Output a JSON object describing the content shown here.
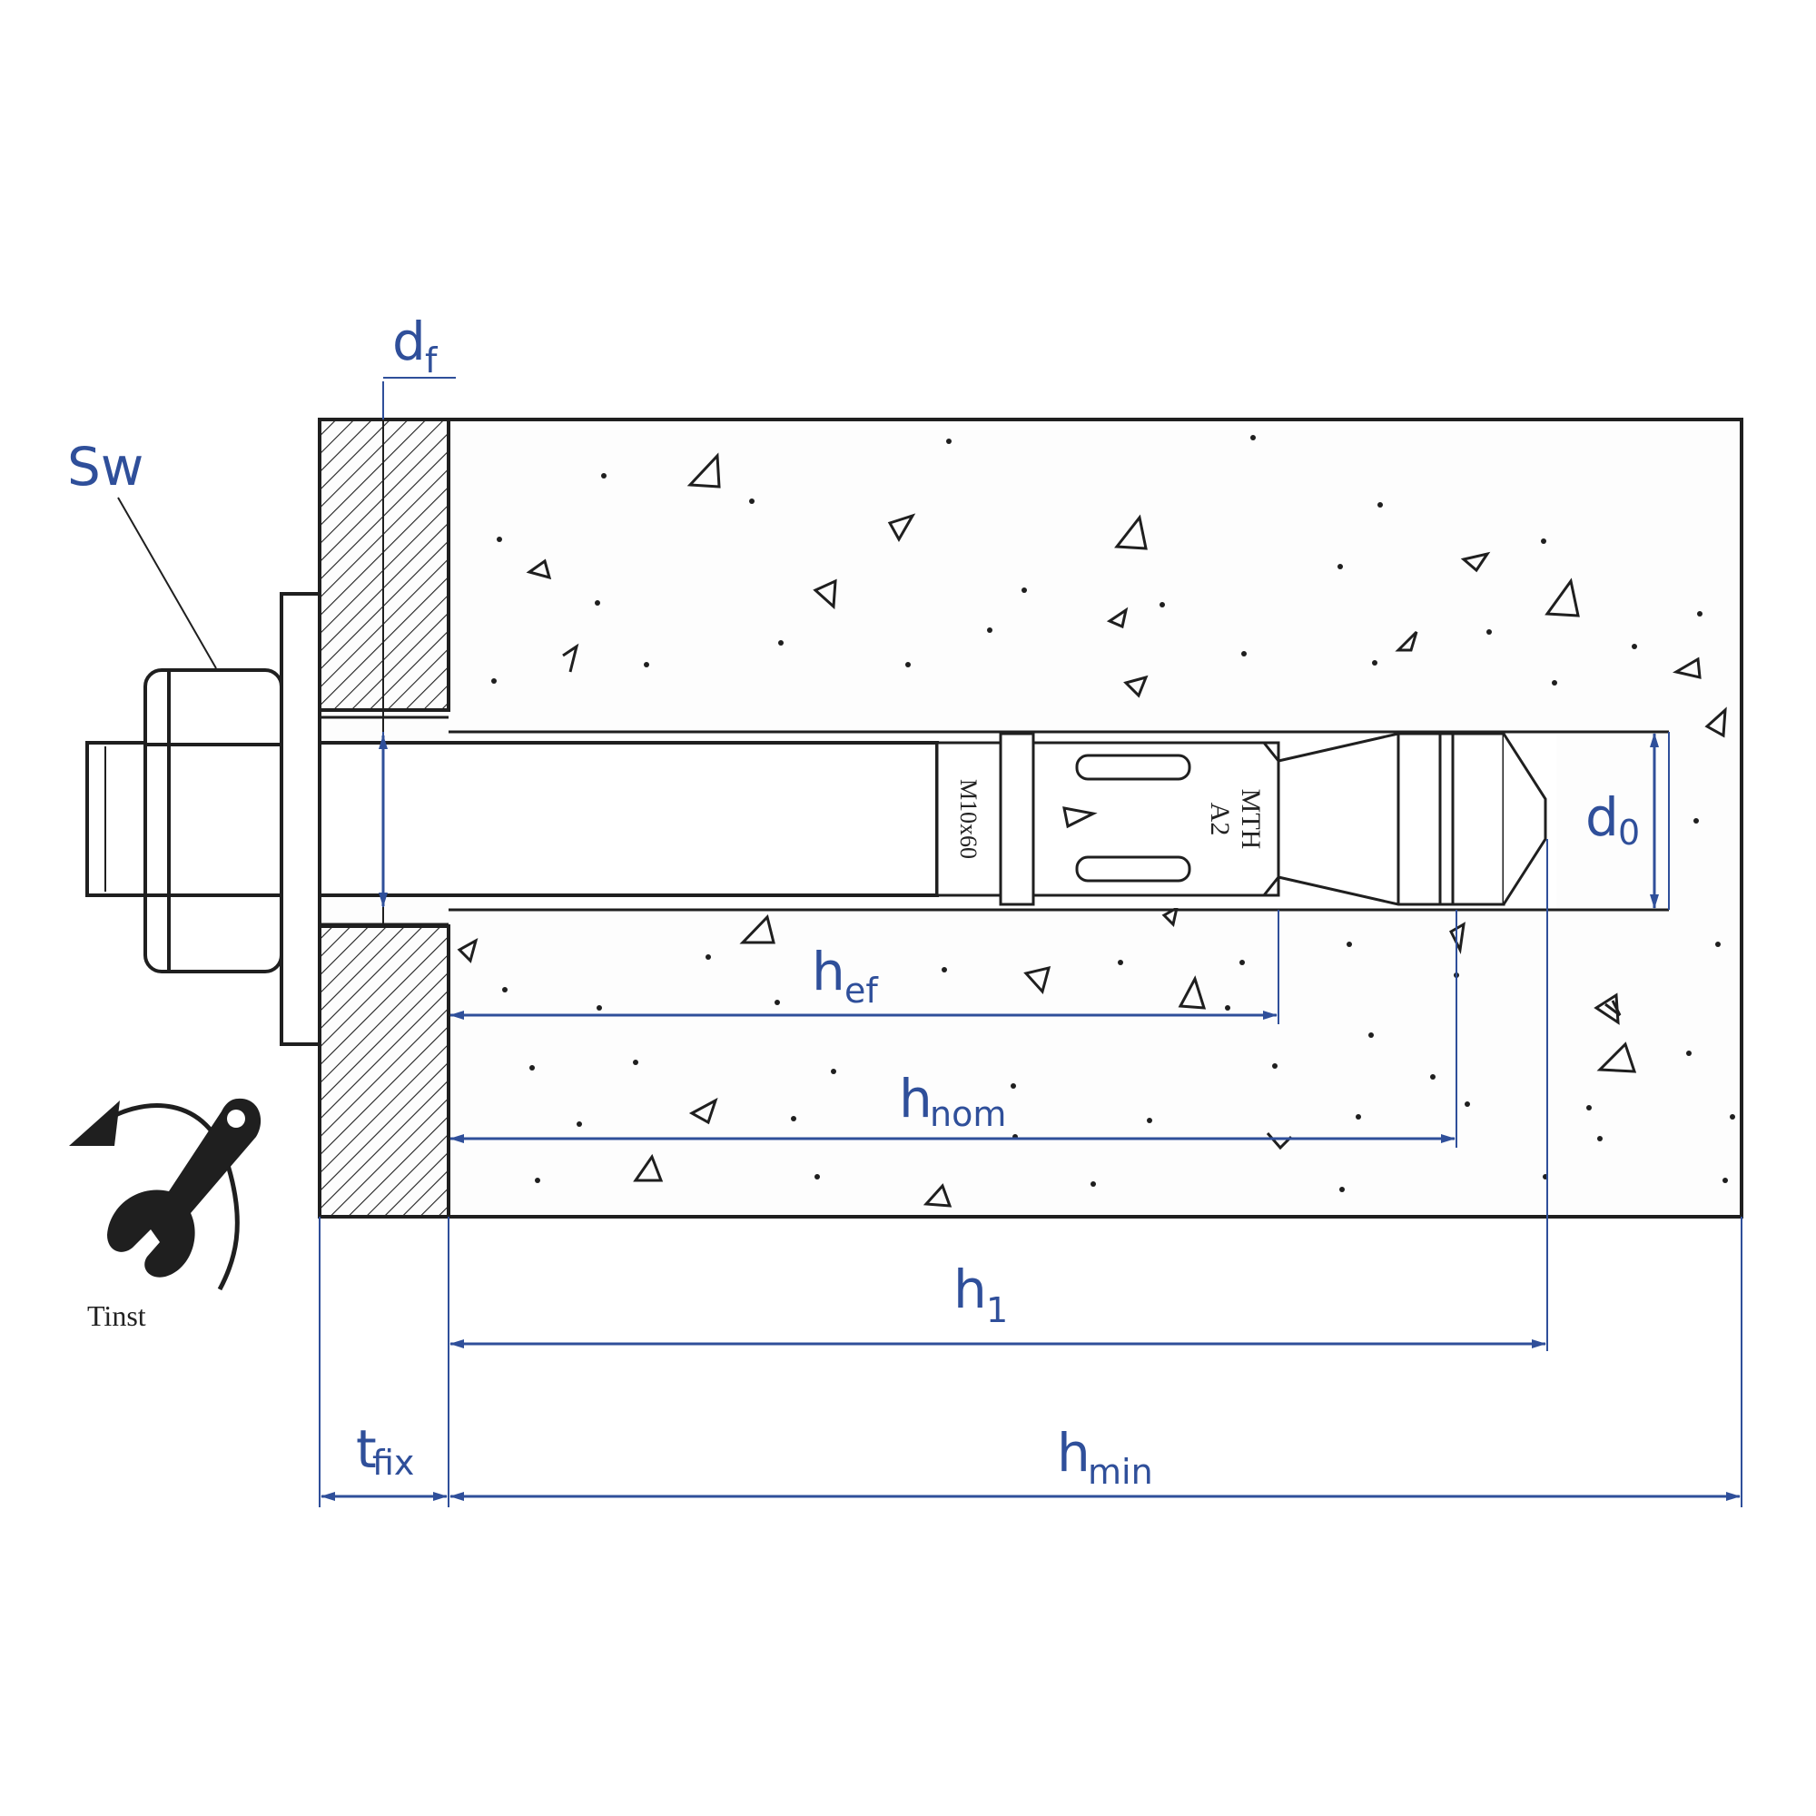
{
  "colors": {
    "line": "#1f1f1f",
    "dimension": "#2f4f9a",
    "background": "#ffffff",
    "concrete": "#fdfdfd"
  },
  "labels": {
    "sw": "Sw",
    "df_main": "d",
    "df_sub": "f",
    "d0_main": "d",
    "d0_sub": "0",
    "hef_main": "h",
    "hef_sub": "ef",
    "hnom_main": "h",
    "hnom_sub": "nom",
    "h1_main": "h",
    "h1_sub": "1",
    "tfix_main": "t",
    "tfix_sub": "fix",
    "hmin_main": "h",
    "hmin_sub": "min",
    "tinst": "Tinst"
  },
  "anchor_marking": {
    "left": "M10x60",
    "right_1": "MTH",
    "right_2": "A2"
  },
  "icons": {
    "wrench": "wrench-icon",
    "rotation_arrow": "rotation-arrow-icon"
  }
}
